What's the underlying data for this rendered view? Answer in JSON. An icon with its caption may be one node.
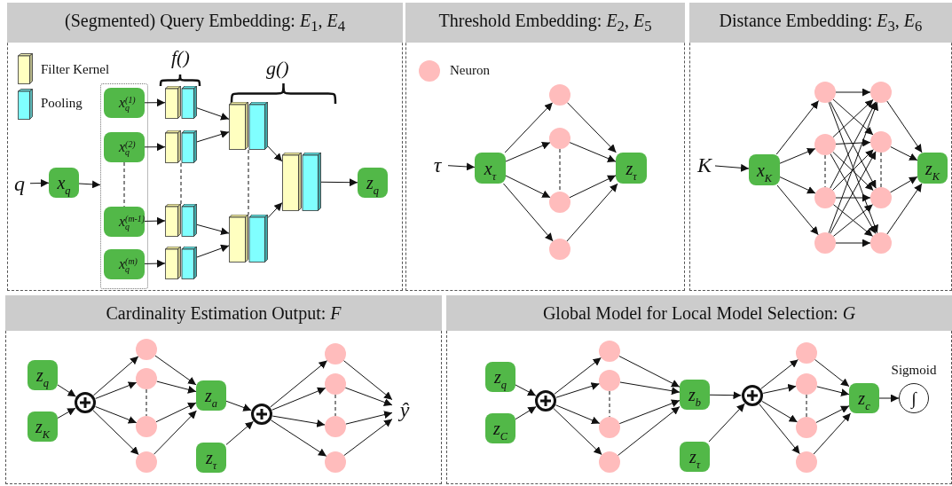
{
  "diagram": {
    "nodes": [
      {
        "text": [
          "(Segmented) Query Embedding: *E*$_{1}$, *E*$_{4}$"
        ]
      },
      {
        "text": [
          "q"
        ],
        "in": 0
      },
      {
        "text": [
          "x$_{q}$"
        ],
        "in": 0
      },
      {
        "text": [],
        "shape": "box",
        "in": 0
      },
      {
        "text": [
          "x$^{(1)}$$_{q}$"
        ],
        "in": 3
      },
      {
        "text": [
          "x$^{(2)}$$_{q}$"
        ],
        "in": 3
      },
      {
        "text": [
          "x$^{(m-1)}$$_{q}$"
        ],
        "in": 3
      },
      {
        "text": [
          "x$^{(m)}$$_{q}$"
        ],
        "in": 3
      },
      {
        "text": [],
        "shape": "bar",
        "in": 0
      },
      {
        "text": [],
        "shape": "bar",
        "in": 0
      },
      {
        "text": [],
        "shape": "bar",
        "in": 0
      },
      {
        "text": [],
        "shape": "bar",
        "in": 0
      },
      {
        "text": [],
        "shape": "bar",
        "in": 0
      },
      {
        "text": [],
        "shape": "bar",
        "in": 0
      },
      {
        "text": [],
        "shape": "bar",
        "in": 0
      },
      {
        "text": [
          "z$_{q}$"
        ],
        "in": 0
      },
      {
        "text": [
          "Threshold Embedding: *E*$_{2}$, *E*$_{5}$"
        ]
      },
      {
        "text": [
          "τ"
        ],
        "in": 16
      },
      {
        "text": [
          "x$_{τ}$"
        ],
        "in": 16
      },
      {
        "text": [],
        "shape": "circle",
        "in": 16
      },
      {
        "text": [],
        "shape": "circle",
        "in": 16
      },
      {
        "text": [],
        "shape": "circle",
        "in": 16
      },
      {
        "text": [],
        "shape": "circle",
        "in": 16
      },
      {
        "text": [
          "z$_{τ}$"
        ],
        "in": 16
      },
      {
        "text": [
          "Distance Embedding: *E*$_{3}$, *E*$_{6}$"
        ]
      },
      {
        "text": [
          "K"
        ],
        "in": 24
      },
      {
        "text": [
          "x$_{K}$"
        ],
        "in": 24
      },
      {
        "text": [],
        "shape": "circle",
        "in": 24
      },
      {
        "text": [],
        "shape": "circle",
        "in": 24
      },
      {
        "text": [],
        "shape": "circle",
        "in": 24
      },
      {
        "text": [],
        "shape": "circle",
        "in": 24
      },
      {
        "text": [],
        "shape": "circle",
        "in": 24
      },
      {
        "text": [],
        "shape": "circle",
        "in": 24
      },
      {
        "text": [],
        "shape": "circle",
        "in": 24
      },
      {
        "text": [],
        "shape": "circle",
        "in": 24
      },
      {
        "text": [
          "z$_{K}$"
        ],
        "in": 24
      },
      {
        "text": [
          "Cardinality Estimation Output: *F*"
        ]
      },
      {
        "text": [
          "z$_{q}$"
        ],
        "in": 36
      },
      {
        "text": [
          "z$_{K}$"
        ],
        "in": 36
      },
      {
        "text": [],
        "shape": "circle",
        "in": 36
      },
      {
        "text": [],
        "shape": "circle",
        "in": 36
      },
      {
        "text": [],
        "shape": "circle",
        "in": 36
      },
      {
        "text": [],
        "shape": "circle",
        "in": 36
      },
      {
        "text": [],
        "shape": "circle",
        "in": 36
      },
      {
        "text": [
          "z$_{a}$"
        ],
        "in": 36
      },
      {
        "text": [
          "z$_{τ}$"
        ],
        "in": 36
      },
      {
        "text": [],
        "shape": "circle",
        "in": 36
      },
      {
        "text": [],
        "shape": "circle",
        "in": 36
      },
      {
        "text": [],
        "shape": "circle",
        "in": 36
      },
      {
        "text": [],
        "shape": "circle",
        "in": 36
      },
      {
        "text": [],
        "shape": "circle",
        "in": 36
      },
      {
        "text": [
          "ŷ"
        ],
        "in": 36
      },
      {
        "text": [
          "Global Model for Local Model Selection: *G*"
        ]
      },
      {
        "text": [
          "z$_{q}$"
        ],
        "in": 52
      },
      {
        "text": [
          "z$_{C}$"
        ],
        "in": 52
      },
      {
        "text": [],
        "shape": "circle",
        "in": 52
      },
      {
        "text": [],
        "shape": "circle",
        "in": 52
      },
      {
        "text": [],
        "shape": "circle",
        "in": 52
      },
      {
        "text": [],
        "shape": "circle",
        "in": 52
      },
      {
        "text": [],
        "shape": "circle",
        "in": 52
      },
      {
        "text": [
          "z$_{b}$"
        ],
        "in": 52
      },
      {
        "text": [
          "z$_{τ}$"
        ],
        "in": 52
      },
      {
        "text": [],
        "shape": "circle",
        "in": 52
      },
      {
        "text": [],
        "shape": "circle",
        "in": 52
      },
      {
        "text": [],
        "shape": "circle",
        "in": 52
      },
      {
        "text": [],
        "shape": "circle",
        "in": 52
      },
      {
        "text": [],
        "shape": "circle",
        "in": 52
      },
      {
        "text": [
          "z$_{c}$"
        ],
        "in": 52
      },
      {
        "text": [
          "∫"
        ],
        "beside": [
          "Sigmoid"
        ],
        "in": 52
      }
    ],
    "edges": [
      {
        "from": 1,
        "to": 2,
        "arrow": "to"
      },
      {
        "from": 2,
        "to": 3,
        "arrow": "to"
      },
      {
        "from": 4,
        "to": 8,
        "arrow": "to"
      },
      {
        "from": 5,
        "to": 9,
        "arrow": "to"
      },
      {
        "from": 6,
        "to": 10,
        "arrow": "to"
      },
      {
        "from": 7,
        "to": 11,
        "arrow": "to"
      },
      {
        "from": 8,
        "to": 12,
        "arrow": "to"
      },
      {
        "from": 9,
        "to": 12,
        "arrow": "to"
      },
      {
        "from": 10,
        "to": 13,
        "arrow": "to"
      },
      {
        "from": 11,
        "to": 13,
        "arrow": "to"
      },
      {
        "from": 12,
        "to": 14,
        "arrow": "to"
      },
      {
        "from": 13,
        "to": 14,
        "arrow": "to"
      },
      {
        "from": 14,
        "to": 15,
        "arrow": "to"
      },
      {
        "from": 17,
        "to": 18,
        "arrow": "to"
      },
      {
        "from": 18,
        "to": 19,
        "arrow": "to"
      },
      {
        "from": 18,
        "to": 20,
        "arrow": "to"
      },
      {
        "from": 18,
        "to": 21,
        "arrow": "to"
      },
      {
        "from": 18,
        "to": 22,
        "arrow": "to"
      },
      {
        "from": 19,
        "to": 23,
        "arrow": "to"
      },
      {
        "from": 20,
        "to": 23,
        "arrow": "to"
      },
      {
        "from": 21,
        "to": 23,
        "arrow": "to"
      },
      {
        "from": 22,
        "to": 23,
        "arrow": "to"
      },
      {
        "from": 25,
        "to": 26,
        "arrow": "to"
      },
      {
        "from": 26,
        "to": 27,
        "arrow": "to"
      },
      {
        "from": 26,
        "to": 28,
        "arrow": "to"
      },
      {
        "from": 26,
        "to": 29,
        "arrow": "to"
      },
      {
        "from": 26,
        "to": 30,
        "arrow": "to"
      },
      {
        "from": 27,
        "to": 31,
        "arrow": "to"
      },
      {
        "from": 27,
        "to": 32,
        "arrow": "to"
      },
      {
        "from": 27,
        "to": 33,
        "arrow": "to"
      },
      {
        "from": 27,
        "to": 34,
        "arrow": "to"
      },
      {
        "from": 28,
        "to": 31,
        "arrow": "to"
      },
      {
        "from": 28,
        "to": 32,
        "arrow": "to"
      },
      {
        "from": 28,
        "to": 33,
        "arrow": "to"
      },
      {
        "from": 28,
        "to": 34,
        "arrow": "to"
      },
      {
        "from": 29,
        "to": 31,
        "arrow": "to"
      },
      {
        "from": 29,
        "to": 32,
        "arrow": "to"
      },
      {
        "from": 29,
        "to": 33,
        "arrow": "to"
      },
      {
        "from": 29,
        "to": 34,
        "arrow": "to"
      },
      {
        "from": 30,
        "to": 31,
        "arrow": "to"
      },
      {
        "from": 30,
        "to": 32,
        "arrow": "to"
      },
      {
        "from": 30,
        "to": 33,
        "arrow": "to"
      },
      {
        "from": 30,
        "to": 34,
        "arrow": "to"
      },
      {
        "from": 31,
        "to": 35,
        "arrow": "to"
      },
      {
        "from": 32,
        "to": 35,
        "arrow": "to"
      },
      {
        "from": 33,
        "to": 35,
        "arrow": "to"
      },
      {
        "from": 34,
        "to": 35,
        "arrow": "to"
      },
      {
        "from": 37,
        "to": 39,
        "arrow": "to"
      },
      {
        "from": 38,
        "to": 39,
        "arrow": "to"
      },
      {
        "from": 39,
        "to": 40,
        "arrow": "to"
      },
      {
        "from": 39,
        "to": 41,
        "arrow": "to"
      },
      {
        "from": 39,
        "to": 42,
        "arrow": "to"
      },
      {
        "from": 39,
        "to": 43,
        "arrow": "to"
      },
      {
        "from": 40,
        "to": 44,
        "arrow": "to"
      },
      {
        "from": 41,
        "to": 44,
        "arrow": "to"
      },
      {
        "from": 42,
        "to": 44,
        "arrow": "to"
      },
      {
        "from": 43,
        "to": 44,
        "arrow": "to"
      },
      {
        "from": 44,
        "to": 46,
        "arrow": "to"
      },
      {
        "from": 45,
        "to": 46,
        "arrow": "to"
      },
      {
        "from": 46,
        "to": 47,
        "arrow": "to"
      },
      {
        "from": 46,
        "to": 48,
        "arrow": "to"
      },
      {
        "from": 46,
        "to": 49,
        "arrow": "to"
      },
      {
        "from": 46,
        "to": 50,
        "arrow": "to"
      },
      {
        "from": 47,
        "to": 51,
        "arrow": "to"
      },
      {
        "from": 48,
        "to": 51,
        "arrow": "to"
      },
      {
        "from": 49,
        "to": 51,
        "arrow": "to"
      },
      {
        "from": 50,
        "to": 51,
        "arrow": "to"
      },
      {
        "from": 53,
        "to": 55,
        "arrow": "to"
      },
      {
        "from": 54,
        "to": 55,
        "arrow": "to"
      },
      {
        "from": 55,
        "to": 56,
        "arrow": "to"
      },
      {
        "from": 55,
        "to": 57,
        "arrow": "to"
      },
      {
        "from": 55,
        "to": 58,
        "arrow": "to"
      },
      {
        "from": 55,
        "to": 59,
        "arrow": "to"
      },
      {
        "from": 56,
        "to": 60,
        "arrow": "to"
      },
      {
        "from": 57,
        "to": 60,
        "arrow": "to"
      },
      {
        "from": 58,
        "to": 60,
        "arrow": "to"
      },
      {
        "from": 59,
        "to": 60,
        "arrow": "to"
      },
      {
        "from": 60,
        "to": 62,
        "arrow": "to"
      },
      {
        "from": 61,
        "to": 62,
        "arrow": "to"
      },
      {
        "from": 62,
        "to": 63,
        "arrow": "to"
      },
      {
        "from": 62,
        "to": 64,
        "arrow": "to"
      },
      {
        "from": 62,
        "to": 65,
        "arrow": "to"
      },
      {
        "from": 62,
        "to": 66,
        "arrow": "to"
      },
      {
        "from": 63,
        "to": 67,
        "arrow": "to"
      },
      {
        "from": 64,
        "to": 67,
        "arrow": "to"
      },
      {
        "from": 65,
        "to": 67,
        "arrow": "to"
      },
      {
        "from": 66,
        "to": 67,
        "arrow": "to"
      },
      {
        "from": 67,
        "to": 68,
        "arrow": "to"
      },
      {
        "from": 5,
        "to": 6,
        "arrow": "none",
        "style": "dashed"
      },
      {
        "from": 9,
        "to": 10,
        "arrow": "none",
        "style": "dashed"
      },
      {
        "from": 12,
        "to": 13,
        "arrow": "none",
        "style": "dashed"
      },
      {
        "from": 20,
        "to": 21,
        "arrow": "none",
        "style": "dashed"
      },
      {
        "from": 28,
        "to": 29,
        "arrow": "none",
        "style": "dashed"
      },
      {
        "from": 32,
        "to": 33,
        "arrow": "none",
        "style": "dashed"
      },
      {
        "from": 41,
        "to": 42,
        "arrow": "none",
        "style": "dashed"
      },
      {
        "from": 48,
        "to": 49,
        "arrow": "none",
        "style": "dashed"
      },
      {
        "from": 57,
        "to": 58,
        "arrow": "none",
        "style": "dashed"
      },
      {
        "from": 64,
        "to": 65,
        "arrow": "none",
        "style": "dashed"
      }
    ],
    "labels": [
      "f()",
      "g()"
    ],
    "legend": [
      {
        "text": "Filter Kernel",
        "color": "#ffffc0"
      },
      {
        "text": "Pooling",
        "color": "#80ffff"
      },
      {
        "text": "Neuron",
        "color": "#ffbcbc"
      }
    ]
  }
}
